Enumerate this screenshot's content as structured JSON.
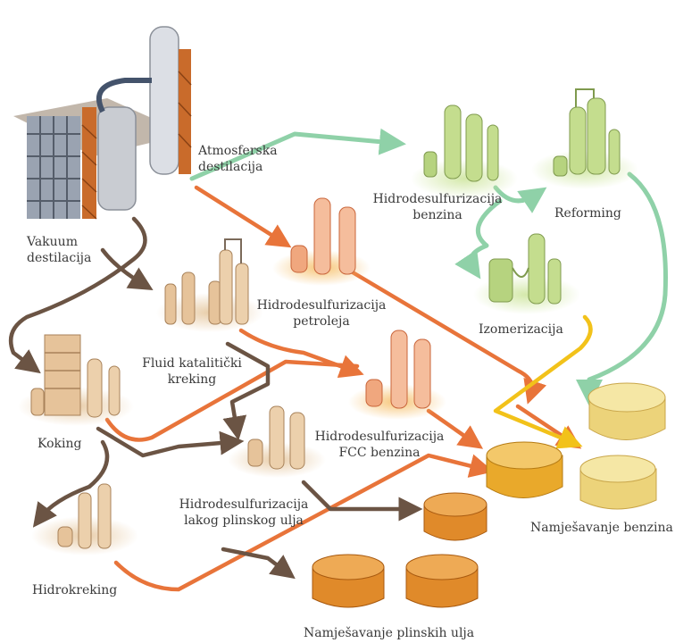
{
  "labels": {
    "atmosferska": [
      "Atmosferska",
      "destilacija"
    ],
    "vakuum": [
      "Vakuum",
      "destilacija"
    ],
    "hds_benzina": [
      "Hidrodesulfurizacija",
      "benzina"
    ],
    "reforming": [
      "Reforming"
    ],
    "hds_petroleja": [
      "Hidrodesulfurizacija",
      "petroleja"
    ],
    "izomerizacija": [
      "Izomerizacija"
    ],
    "fluid": [
      "Fluid katalitički",
      "kreking"
    ],
    "koking": [
      "Koking"
    ],
    "hds_fcc": [
      "Hidrodesulfurizacija",
      "FCC benzina"
    ],
    "hds_lakog": [
      "Hidrodesulfurizacija",
      "lakog plinskog ulja"
    ],
    "namjesavanje_benzina": [
      "Namješavanje benzina"
    ],
    "hidrokreking": [
      "Hidrokreking"
    ],
    "namjesavanje_plinskih": [
      "Namješavanje plinskih ulja"
    ]
  },
  "colors": {
    "green_stream": "#8fd1a8",
    "orange_stream": "#e8743a",
    "brown_stream": "#6b5444",
    "yellow_stream": "#f2c21a",
    "green_unit": "#b6d37f",
    "orange_unit": "#f0a77e",
    "tan_unit": "#e6c39a",
    "gold_tank": "#e9a92b",
    "pale_tank": "#f1dc86",
    "grey_column": "#c9ccd2"
  }
}
